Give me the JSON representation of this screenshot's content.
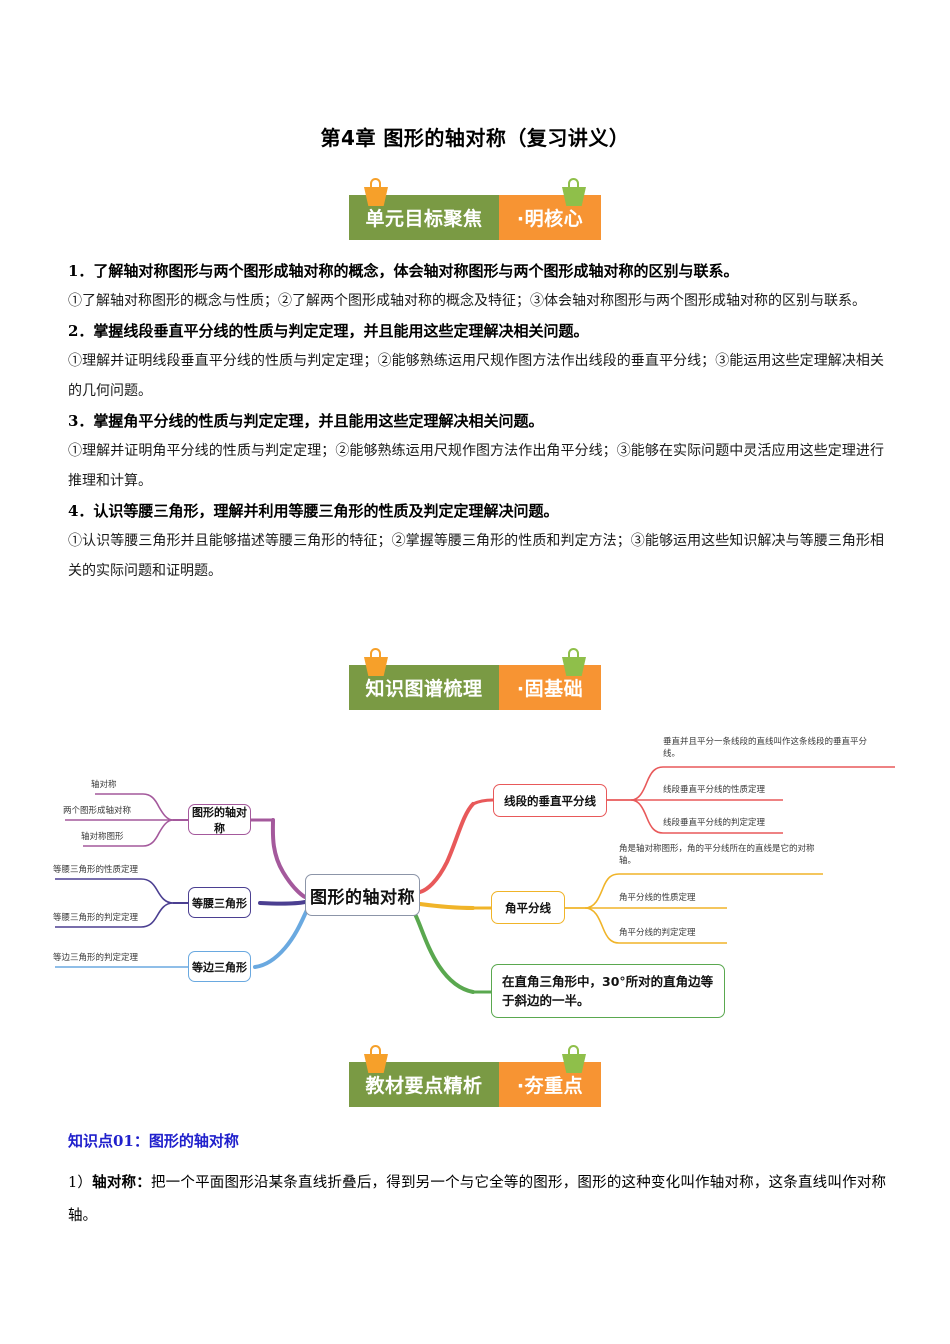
{
  "document": {
    "title": "第4章 图形的轴对称（复习讲义）"
  },
  "banners": [
    {
      "green": "单元目标聚焦",
      "orange": "·明核心"
    },
    {
      "green": "知识图谱梳理",
      "orange": "·固基础"
    },
    {
      "green": "教材要点精析",
      "orange": "·夯重点"
    }
  ],
  "objectives": [
    {
      "head": "1．了解轴对称图形与两个图形成轴对称的概念，体会轴对称图形与两个图形成轴对称的区别与联系。",
      "sub": "①了解轴对称图形的概念与性质；②了解两个图形成轴对称的概念及特征；③体会轴对称图形与两个图形成轴对称的区别与联系。"
    },
    {
      "head": "2．掌握线段垂直平分线的性质与判定定理，并且能用这些定理解决相关问题。",
      "sub": "①理解并证明线段垂直平分线的性质与判定定理；②能够熟练运用尺规作图方法作出线段的垂直平分线；③能运用这些定理解决相关的几何问题。"
    },
    {
      "head": "3．掌握角平分线的性质与判定定理，并且能用这些定理解决相关问题。",
      "sub": "①理解并证明角平分线的性质与判定定理；②能够熟练运用尺规作图方法作出角平分线；③能够在实际问题中灵活应用这些定理进行推理和计算。"
    },
    {
      "head": "4．认识等腰三角形，理解并利用等腰三角形的性质及判定定理解决问题。",
      "sub": "①认识等腰三角形并且能够描述等腰三角形的特征；②掌握等腰三角形的性质和判定方法；③能够运用这些知识解决与等腰三角形相关的实际问题和证明题。"
    }
  ],
  "mindmap": {
    "center": "图形的轴对称",
    "center_color": "#8c95a8",
    "branches": [
      {
        "label": "图形的轴对称",
        "color": "#a4599c",
        "side": "left",
        "leaves": [
          "轴对称",
          "两个图形成轴对称",
          "轴对称图形"
        ]
      },
      {
        "label": "等腰三角形",
        "color": "#4b3f91",
        "side": "left",
        "leaves": [
          "等腰三角形的性质定理",
          "等腰三角形的判定定理"
        ]
      },
      {
        "label": "等边三角形",
        "color": "#6aa9e0",
        "side": "left",
        "leaves": [
          "等边三角形的判定定理"
        ]
      },
      {
        "label": "线段的垂直平分线",
        "color": "#e8595a",
        "side": "right",
        "leaves": [
          "垂直并且平分一条线段的直线叫作这条线段的垂直平分线。",
          "线段垂直平分线的性质定理",
          "线段垂直平分线的判定定理"
        ]
      },
      {
        "label": "角平分线",
        "color": "#f0b429",
        "side": "right",
        "leaves": [
          "角是轴对称图形，角的平分线所在的直线是它的对称轴。",
          "角平分线的性质定理",
          "角平分线的判定定理"
        ]
      }
    ],
    "note_box": {
      "text": "在直角三角形中，30°所对的直角边等于斜边的一半。",
      "color": "#5aa84f"
    }
  },
  "knowledge_point": {
    "heading": "知识点01：图形的轴对称",
    "item_number": "1）",
    "term": "轴对称：",
    "definition": "把一个平面图形沿某条直线折叠后，得到另一个与它全等的图形，图形的这种变化叫作轴对称，这条直线叫作对称轴。"
  }
}
